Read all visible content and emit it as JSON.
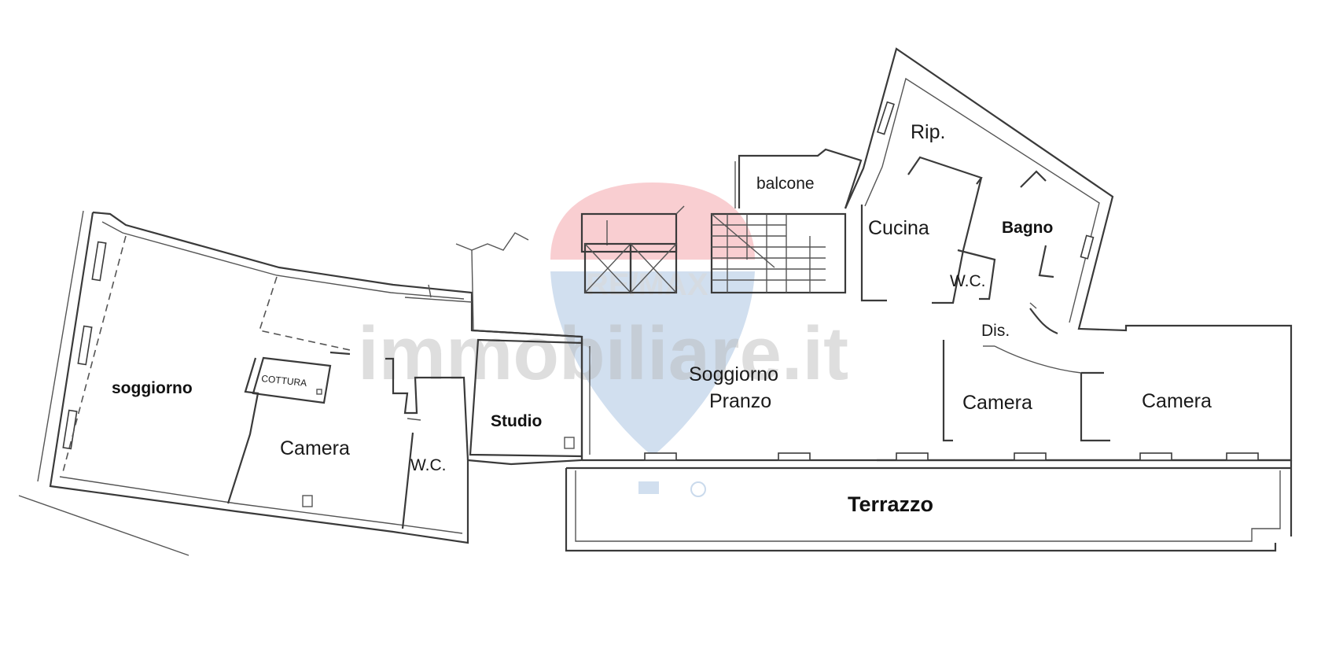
{
  "rooms": {
    "soggiorno_left": "soggiorno",
    "cottura": "COTTURA",
    "camera_left": "Camera",
    "wc_left": "W.C.",
    "studio": "Studio",
    "balcone": "balcone",
    "rip": "Rip.",
    "cucina": "Cucina",
    "bagno": "Bagno",
    "wc_right": "W.C.",
    "dis": "Dis.",
    "soggiorno_pranzo_line1": "Soggiorno",
    "soggiorno_pranzo_line2": "Pranzo",
    "camera_mid": "Camera",
    "camera_right": "Camera",
    "terrazzo": "Terrazzo"
  },
  "watermark": {
    "brand": "RE/MAX",
    "site": "immobiliare.it",
    "colors": {
      "balloon_top": "#e8505b",
      "balloon_bottom": "#2d6db5"
    }
  }
}
